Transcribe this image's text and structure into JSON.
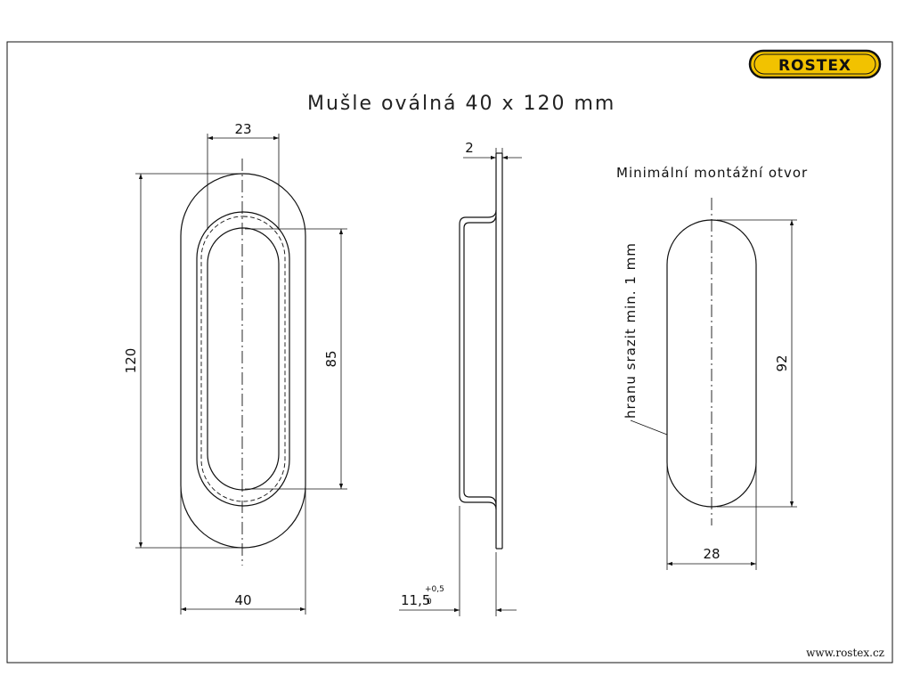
{
  "title": "Mušle oválná 40 x 120 mm",
  "logo": {
    "text": "ROSTEX",
    "fill_color": "#f2c200",
    "outline_color": "#111111"
  },
  "footer_url": "www.rostex.cz",
  "front_view": {
    "dim_top": "23",
    "dim_height": "120",
    "dim_inner": "85",
    "dim_width": "40"
  },
  "side_view": {
    "dim_thickness": "2",
    "dim_depth": "11,5",
    "dim_depth_tol_upper": "+0,5",
    "dim_depth_tol_lower": "0"
  },
  "cutout_view": {
    "heading": "Minimální montážní otvor",
    "edge_note": "hranu srazit min. 1 mm",
    "dim_height": "92",
    "dim_width": "28"
  }
}
